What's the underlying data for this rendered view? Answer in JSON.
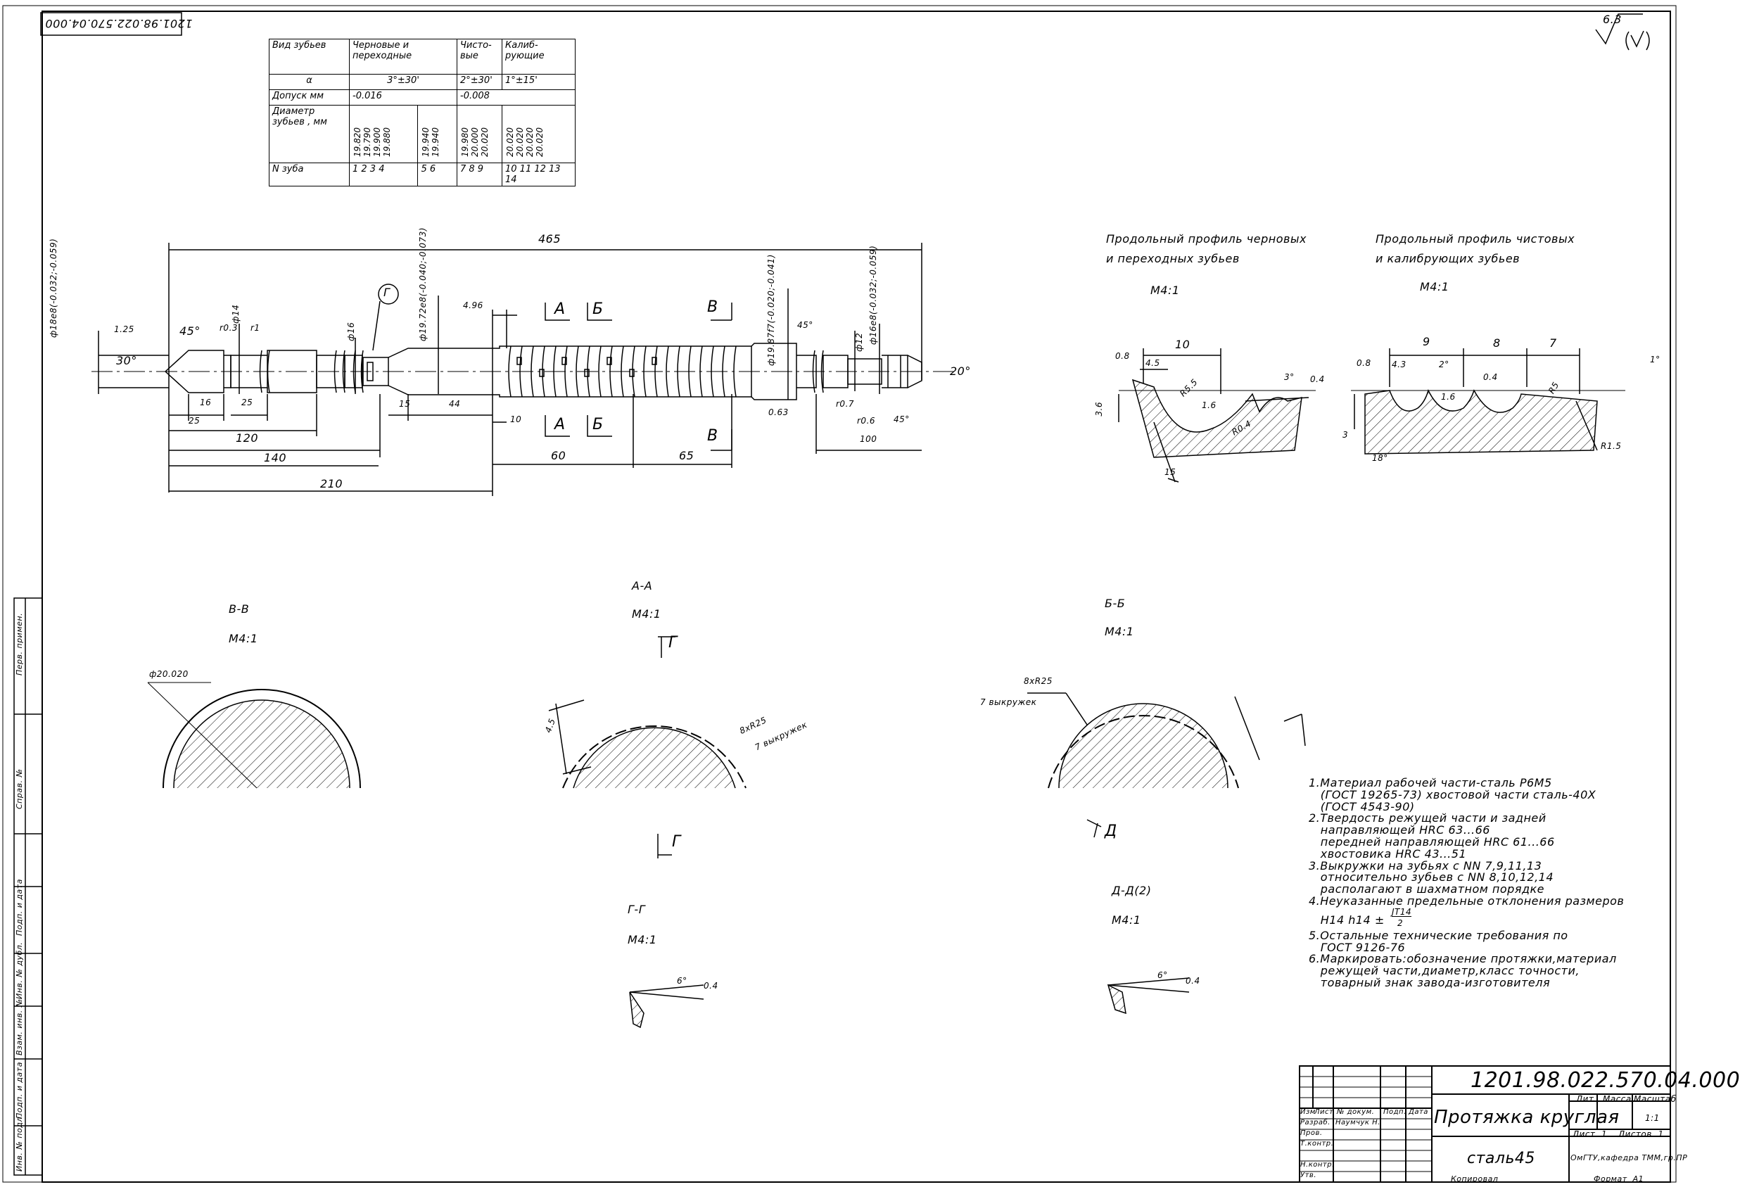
{
  "doc_code_rotated": "1201.98.022.570.04.000",
  "roughness": "6.3",
  "teeth_table": {
    "col_kind": "Вид зубьев",
    "col_rough": "Черновые и переходные",
    "col_finish": "Чисто-вые",
    "col_calib": "Калиб-рующие",
    "row_alpha_label": "α",
    "alpha_rough": "3°±30'",
    "alpha_finish": "2°±30'",
    "alpha_calib": "1°±15'",
    "row_tol_label": "Допуск мм",
    "tol_rough": "-0.016",
    "tol_finish": "-0.008",
    "row_diam_label": "Диаметр зубьев , мм",
    "diam_rough": "19.820 19.790 19.900 19.880",
    "diam_trans": "19.940 19.940",
    "diam_finish": "19.980 20.000 20.020",
    "diam_calib": "20.020 20.020 20.020 20.020",
    "row_num_label": "N зуба",
    "num_rough": "1 2 3 4",
    "num_trans": "5 6",
    "num_finish": "7 8 9",
    "num_calib": "10 11 12 13 14"
  },
  "main_view": {
    "dim_total": "465",
    "dim_125": "1.25",
    "dim_30": "30°",
    "dim_45": "45°",
    "dim_d14": "ф14",
    "dim_r03": "r0.3",
    "dim_r1": "r1",
    "dim_d16": "ф16",
    "dim_16": "16",
    "dim_25a": "25",
    "dim_25b": "25",
    "dim_120": "120",
    "dim_140": "140",
    "dim_210": "210",
    "dim_15": "15",
    "dim_44": "44",
    "dim_496": "4.96",
    "dim_10": "10",
    "dim_60": "60",
    "dim_65": "65",
    "dim_063": "0.63",
    "dim_07": "r0.7",
    "dim_006": "r0.6",
    "dim_100": "100",
    "dim_45b": "45°",
    "dim_45c": "45°",
    "dim_d12": "ф12",
    "dim_20": "20°",
    "dim_left_d": "ф18e8(-0.032;-0.059)",
    "dim_mid_d": "ф19.72e8(-0.040;-0.073)",
    "dim_right_d": "ф19.87f7(-0.020;-0.041)",
    "dim_right_d2": "ф16e8(-0.032;-0.059)",
    "callout": "Г",
    "sec_a": "А",
    "sec_b": "Б",
    "sec_v": "В"
  },
  "profile_rough": {
    "title1": "Продольный профиль черновых",
    "title2": "и переходных зубьев",
    "scale": "М4:1",
    "d08": "0.8",
    "d10": "10",
    "d45": "4.5",
    "r55": "R5.5",
    "d16": "1.6",
    "d36": "3.6",
    "d15": "15",
    "d3": "3°",
    "d04": "0.4",
    "r04": "R0.4"
  },
  "profile_finish": {
    "title1": "Продольный профиль чистовых",
    "title2": "и калибрующих зубьев",
    "scale": "М4:1",
    "d08": "0.8",
    "d9": "9",
    "d8": "8",
    "d7": "7",
    "d43": "4.3",
    "d2": "2°",
    "d04": "0.4",
    "d16": "1.6",
    "r5": "R5",
    "d1": "1°",
    "d3": "3",
    "d18": "18°",
    "r15": "R1.5"
  },
  "section_vv": {
    "label": "В-В",
    "scale": "М4:1",
    "diam": "ф20.020"
  },
  "section_aa": {
    "label": "А-А",
    "scale": "М4:1",
    "d45": "4.5",
    "note1": "8хR25",
    "note2": "7 выкружек",
    "t_label": "Г"
  },
  "section_bb": {
    "label": "Б-Б",
    "scale": "М4:1",
    "note1": "8хR25",
    "note2": "7 выкружек",
    "d_label": "Д"
  },
  "section_gg": {
    "label": "Г-Г",
    "scale": "М4:1",
    "d6": "6°",
    "d04": "0.4",
    "g_label": "Г"
  },
  "section_dd": {
    "label": "Д-Д(2)",
    "scale": "М4:1",
    "d6": "6°",
    "d04": "0.4"
  },
  "notes": [
    "1.Материал рабочей части-сталь Р6М5",
    "   (ГОСТ 19265-73) хвостовой части сталь-40Х",
    "   (ГОСТ 4543-90)",
    "2.Твердость режущей части и задней",
    "   направляющей HRC 63...66",
    "   передней направляющей HRC 61...66",
    "   хвостовика HRC 43...51",
    "3.Выкружки на зубьях с NN 7,9,11,13",
    "   относительно зубьев с NN 8,10,12,14",
    "   располагают в шахматном порядке",
    "4.Неуказанные предельные отклонения размеров",
    "   H14 h14 ±",
    "5.Остальные технические требования по",
    "   ГОСТ 9126-76",
    "6.Маркировать:обозначение протяжки,материал",
    "   режущей части,диаметр,класс точности,",
    "   товарный знак завода-изготовителя"
  ],
  "note4_frac_num": "JT14",
  "note4_frac_den": "2",
  "title_block": {
    "designation": "1201.98.022.570.04.000",
    "name": "Протяжка круглая",
    "material": "сталь45",
    "org": "ОмГТУ,кафедра ТММ,гр.ПР",
    "col_lit": "Лит.",
    "col_mass": "Масса",
    "col_scale": "Масштаб",
    "scale_val": "1:1",
    "sheet": "Лист  1",
    "sheets": "Листов  1",
    "rows": [
      "Изм",
      "Лист",
      "№ докум.",
      "Подп.",
      "Дата"
    ],
    "razrab": "Разраб.",
    "razrab_name": "Наумчук Н.",
    "prov": "Пров.",
    "tkontr": "Т.контр.",
    "nkontr": "Н.контр.",
    "utv": "Утв.",
    "copied": "Копировал",
    "format": "Формат  А1"
  },
  "side_stamp": [
    "Перв. примен.",
    "Справ. №",
    "Подп. и дата",
    "Инв. № дубл.",
    "Взам. инв. №",
    "Подп. и дата",
    "Инв. № подл."
  ]
}
